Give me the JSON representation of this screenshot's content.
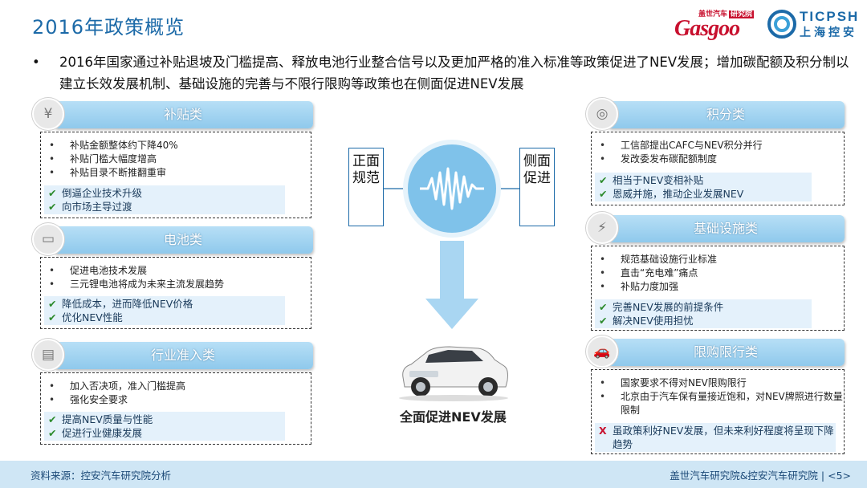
{
  "header": {
    "title": "2016年政策概览",
    "logo_gasgoo_word": "Gasgoo",
    "logo_gasgoo_tag_a": "盖世汽车",
    "logo_gasgoo_tag_b": "研究院",
    "logo_ticp_en": "TICPSH",
    "logo_ticp_cn": "上海控安"
  },
  "intro": {
    "bullet": "•",
    "text": "2016年国家通过补贴退坡及门槛提高、释放电池行业整合信号以及更加严格的准入标准等政策促进了NEV发展；增加碳配额及积分制以建立长效发展机制、基础设施的完善与不限行限购等政策也在侧面促进NEV发展"
  },
  "left_cards": [
    {
      "title": "补贴类",
      "icon": "yen-ticket-icon",
      "bullets": [
        "补贴金额整体约下降40%",
        "补贴门槛大幅度增高",
        "补贴目录不断推翻重审"
      ],
      "effects": [
        {
          "mark": "✔",
          "text": "倒逼企业技术升级"
        },
        {
          "mark": "✔",
          "text": "向市场主导过渡"
        }
      ]
    },
    {
      "title": "电池类",
      "icon": "battery-icon",
      "bullets": [
        "促进电池技术发展",
        "三元锂电池将成为未来主流发展趋势"
      ],
      "effects": [
        {
          "mark": "✔",
          "text": "降低成本，进而降低NEV价格"
        },
        {
          "mark": "✔",
          "text": "优化NEV性能"
        }
      ]
    },
    {
      "title": "行业准入类",
      "icon": "document-icon",
      "bullets": [
        "加入否决项，准入门槛提高",
        "强化安全要求"
      ],
      "effects": [
        {
          "mark": "✔",
          "text": "提高NEV质量与性能"
        },
        {
          "mark": "✔",
          "text": "促进行业健康发展"
        }
      ]
    }
  ],
  "right_cards": [
    {
      "title": "积分类",
      "icon": "coins-icon",
      "bullets": [
        "工信部提出CAFC与NEV积分并行",
        "发改委发布碳配额制度"
      ],
      "effects": [
        {
          "mark": "✔",
          "text": "相当于NEV变相补贴"
        },
        {
          "mark": "✔",
          "text": "恩威并施，推动企业发展NEV"
        }
      ]
    },
    {
      "title": "基础设施类",
      "icon": "charging-station-icon",
      "bullets": [
        "规范基础设施行业标准",
        "直击“充电难”痛点",
        "补贴力度加强"
      ],
      "effects": [
        {
          "mark": "✔",
          "text": "完善NEV发展的前提条件"
        },
        {
          "mark": "✔",
          "text": "解决NEV使用担忧"
        }
      ]
    },
    {
      "title": "限购限行类",
      "icon": "car-icon",
      "bullets": [
        "国家要求不得对NEV限购限行",
        "北京由于汽车保有量接近饱和，对NEV牌照进行数量限制"
      ],
      "effects": [
        {
          "mark": "X",
          "text": "虽政策利好NEV发展，但未来利好程度将呈现下降趋势"
        }
      ]
    }
  ],
  "center": {
    "left_label": "正面规范",
    "right_label": "侧面促进",
    "caption": "全面促进NEV发展"
  },
  "footer": {
    "source": "资料来源：控安汽车研究院分析",
    "right": "盖世汽车研究院&控安汽车研究院 | <5>"
  }
}
